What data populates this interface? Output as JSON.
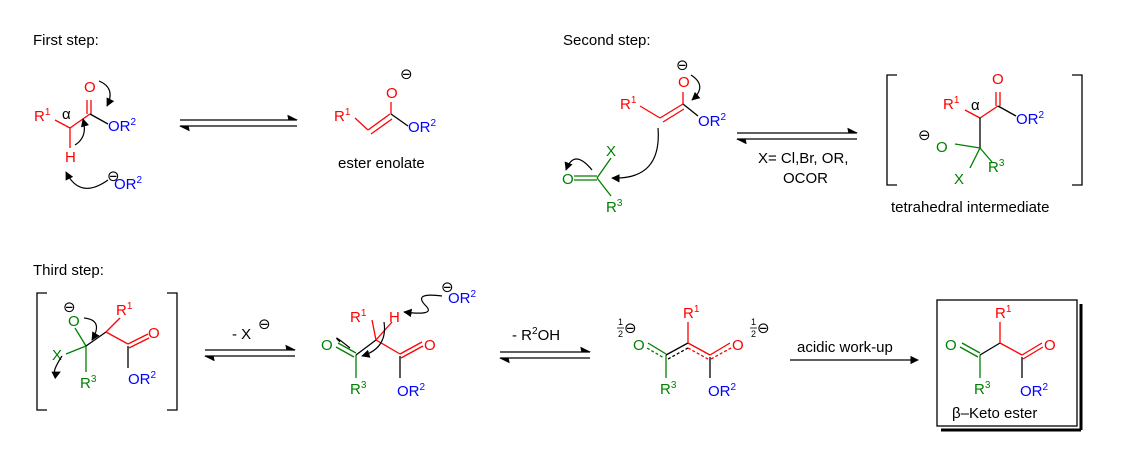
{
  "colors": {
    "red": "#ff0000",
    "blue": "#0000ff",
    "green": "#008000",
    "black": "#000000"
  },
  "steps": {
    "first": "First step:",
    "second": "Second step:",
    "third": "Third step:"
  },
  "atoms": {
    "O": "O",
    "H": "H",
    "X": "X",
    "OR": "OR",
    "R": "R",
    "alpha": "α",
    "minus": "⊖",
    "sup1": "1",
    "sup2": "2",
    "sup3": "3",
    "half_num": "1",
    "half_den": "2"
  },
  "labels": {
    "ester_enolate": "ester enolate",
    "conditions_line1": "X= Cl,Br, OR,",
    "conditions_line2": "OCOR",
    "tetrahedral_intermediate": "tetrahedral intermediate",
    "minus_x": "- X",
    "minus_r2oh_pre": "- R",
    "minus_r2oh_post": "OH",
    "acidic_workup": "acidic work-up",
    "product_name": "β–Keto ester"
  }
}
